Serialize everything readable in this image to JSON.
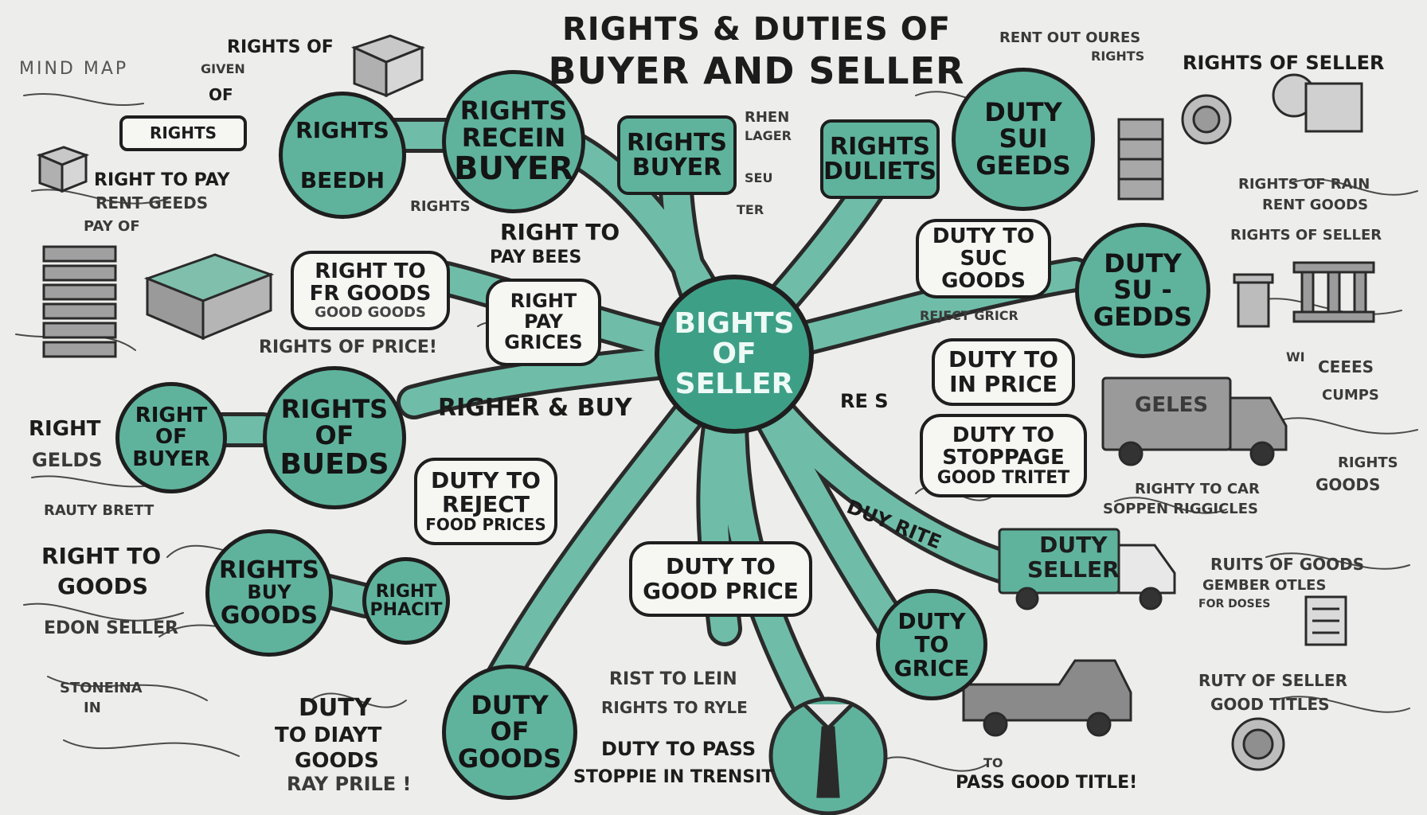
{
  "title": {
    "line1": "RIGHTS & DUTIES OF",
    "line2": "BUYER AND SELLER"
  },
  "corner_label": "MIND MAP",
  "center": {
    "line1": "BIGHTS",
    "line2": "OF",
    "line3": "SELLER"
  },
  "nodes": {
    "rights_beedh": {
      "line1": "RIGHTS",
      "line2": "BEEDH"
    },
    "rights_recein_buyer": {
      "line1": "RIGHTS",
      "line2": "RECEIN",
      "line3": "BUYER"
    },
    "rights_buyer": {
      "line1": "RIGHTS",
      "line2": "BUYER"
    },
    "rights_duliets": {
      "line1": "RIGHTS",
      "line2": "DULIETS"
    },
    "duty_sui_geeds": {
      "line1": "DUTY",
      "line2": "SUI",
      "line3": "GEEDS"
    },
    "duty_su_gedds": {
      "line1": "DUTY",
      "line2": "SU -",
      "line3": "GEDDS"
    },
    "right_of_buyer": {
      "line1": "RIGHT",
      "line2": "OF",
      "line3": "BUYER"
    },
    "rights_of_bueds": {
      "line1": "RIGHTS",
      "line2": "OF",
      "line3": "BUEDS"
    },
    "rights_buy_goods": {
      "line1": "RIGHTS",
      "line2": "BUY",
      "line3": "GOODS"
    },
    "right_phacit": {
      "line1": "RIGHT",
      "line2": "PHACIT"
    },
    "duty_of_goods": {
      "line1": "DUTY",
      "line2": "OF",
      "line3": "GOODS"
    },
    "duty_to_grice": {
      "line1": "DUTY",
      "line2": "TO",
      "line3": "GRICE"
    },
    "duty_seller": {
      "line1": "DUTY",
      "line2": "SELLER"
    },
    "truck_geles": "GELES"
  },
  "bubbles": {
    "right_for_goods": {
      "line1": "RIGHT TO",
      "line2": "FR GOODS",
      "line3": "GOOD GOODS"
    },
    "right_pay_grices": {
      "line1": "RIGHT",
      "line2": "PAY",
      "line3": "GRICES"
    },
    "duty_reject": {
      "line1": "DUTY TO",
      "line2": "REJECT",
      "line3": "FOOD PRICES"
    },
    "duty_good_price": {
      "line1": "DUTY TO",
      "line2": "GOOD PRICE"
    },
    "duty_suc_goods": {
      "line1": "DUTY TO",
      "line2": "SUC",
      "line3": "GOODS"
    },
    "duty_in_price": {
      "line1": "DUTY TO",
      "line2": "IN PRICE"
    },
    "duty_stoppage": {
      "line1": "DUTY TO",
      "line2": "STOPPAGE",
      "line3": "GOOD TRITET"
    },
    "rights_top_left": "RIGHTS"
  },
  "bands": {
    "righer_buy": "RIGHER & BUY",
    "re_s": "RE S",
    "duy_rite": "DUY RITE",
    "right_to_pay_bees": "RIGHT TO"
  },
  "labels": {
    "rights_of_given": "RIGHTS OF",
    "given": "GIVEN",
    "of_small": "OF",
    "right_to_pay": "RIGHT TO PAY",
    "rent_geeds": "RENT GEEDS",
    "pay_of": "PAY OF",
    "rights_small": "RIGHTS",
    "pay_bees": "PAY BEES",
    "rights_of_price": "RIGHTS OF PRICE!",
    "right_gelds_1": "RIGHT",
    "right_gelds_2": "GELDS",
    "rauty_brett": "RAUTY BRETT",
    "right_to_goods_1": "RIGHT TO",
    "right_to_goods_2": "GOODS",
    "edon_seller": "EDON SELLER",
    "stoneina": "STONEINA",
    "in_small": "IN",
    "duty_diayt_1": "DUTY",
    "duty_diayt_2": "TO DIAYT",
    "duty_diayt_3": "GOODS",
    "duty_diayt_4": "RAY PRILE !",
    "rist_lein": "RIST TO LEIN",
    "rights_to_ryle": "RIGHTS TO RYLE",
    "duty_to_pass": "DUTY TO PASS",
    "stoppie_transit": "STOPPIE IN TRENSIT",
    "pass_good_title": "PASS GOOD TITLE!",
    "to_small": "TO",
    "ret_out_oures": "RENT OUT OURES",
    "rights_small_top": "RIGHTS",
    "rights_of_seller": "RIGHTS OF SELLER",
    "rights_of_rent_1": "RIGHTS OF RAIN",
    "rights_of_rent_2": "RENT GOODS",
    "rights_of_seller_2": "RIGHTS OF SELLER",
    "reject_gricr": "REJECT GRICR",
    "ceees": "CEEES",
    "cumps": "CUMPS",
    "rights_goods_1": "RIGHTS",
    "rights_goods_2": "GOODS",
    "righty_to_car": "RIGHTY TO CAR",
    "soppen_riggicles": "SOPPEN RIGGICLES",
    "ruits_of_goods": "RUITS OF GOODS",
    "gember_otles": "GEMBER OTLES",
    "rots_reses": "FOR DOSES",
    "ruty_of_seller": "RUTY OF SELLER",
    "good_titles": "GOOD TITLES",
    "rhen_lager_1": "RHEN",
    "rhen_lager_2": "LAGER",
    "seu": "SEU",
    "ter": "TER",
    "wi_small": "WI"
  },
  "colors": {
    "teal": "#5fb39d",
    "teal_dark": "#3e9f87",
    "ink": "#1e1e1e",
    "paper": "#ededeb"
  }
}
